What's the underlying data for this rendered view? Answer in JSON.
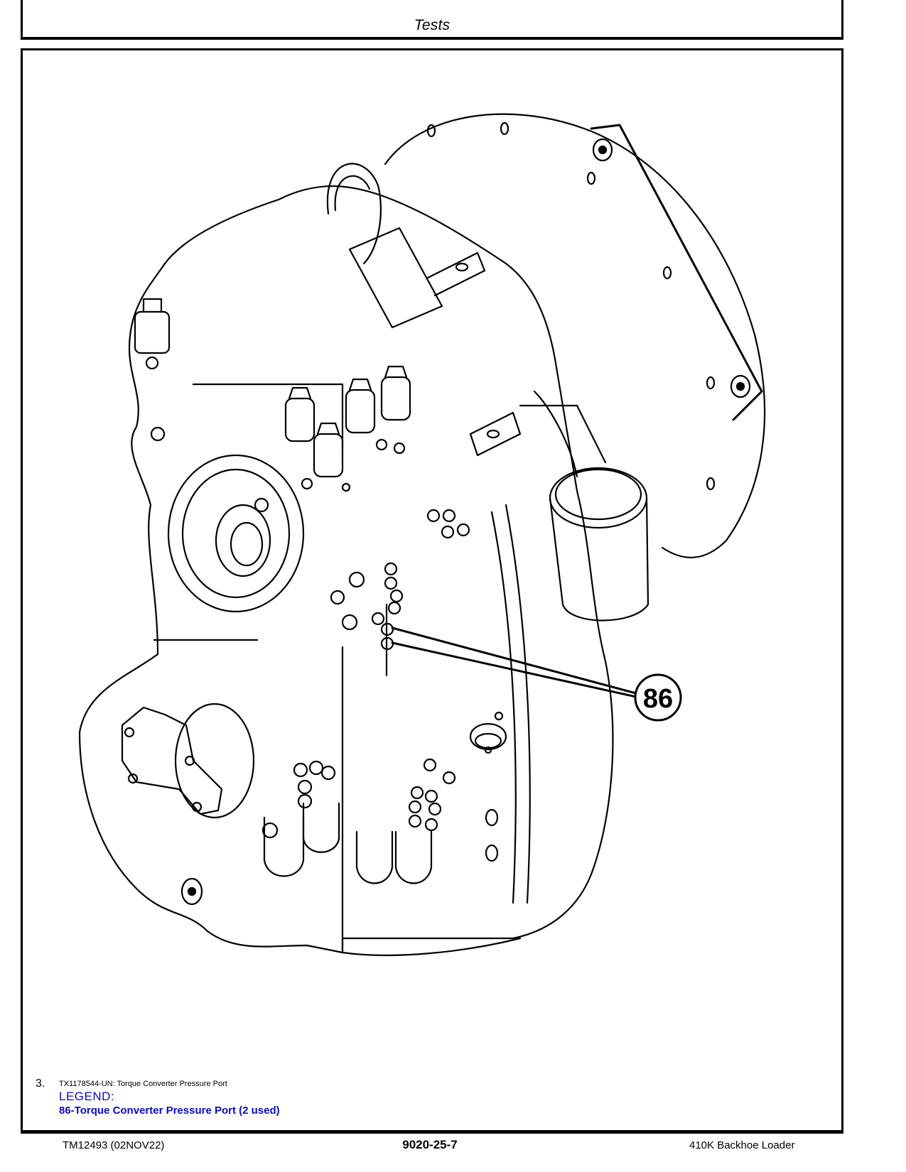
{
  "header": {
    "section_title": "Tests"
  },
  "figure": {
    "type": "technical line illustration",
    "subject": "Transmission assembly",
    "callouts": [
      {
        "number": "86",
        "label": "Torque Converter Pressure Port"
      }
    ]
  },
  "caption": {
    "step_number": "3.",
    "text": "TX1178544-UN: Torque Converter Pressure Port"
  },
  "legend": {
    "title": "LEGEND:",
    "items": [
      "86-Torque Converter Pressure Port (2 used)"
    ]
  },
  "footer": {
    "manual_id": "TM12493 (02NOV22)",
    "page_number": "9020-25-7",
    "machine": "410K Backhoe Loader"
  },
  "colors": {
    "legend_text": "#0a0ac8",
    "line_art": "#000000"
  }
}
